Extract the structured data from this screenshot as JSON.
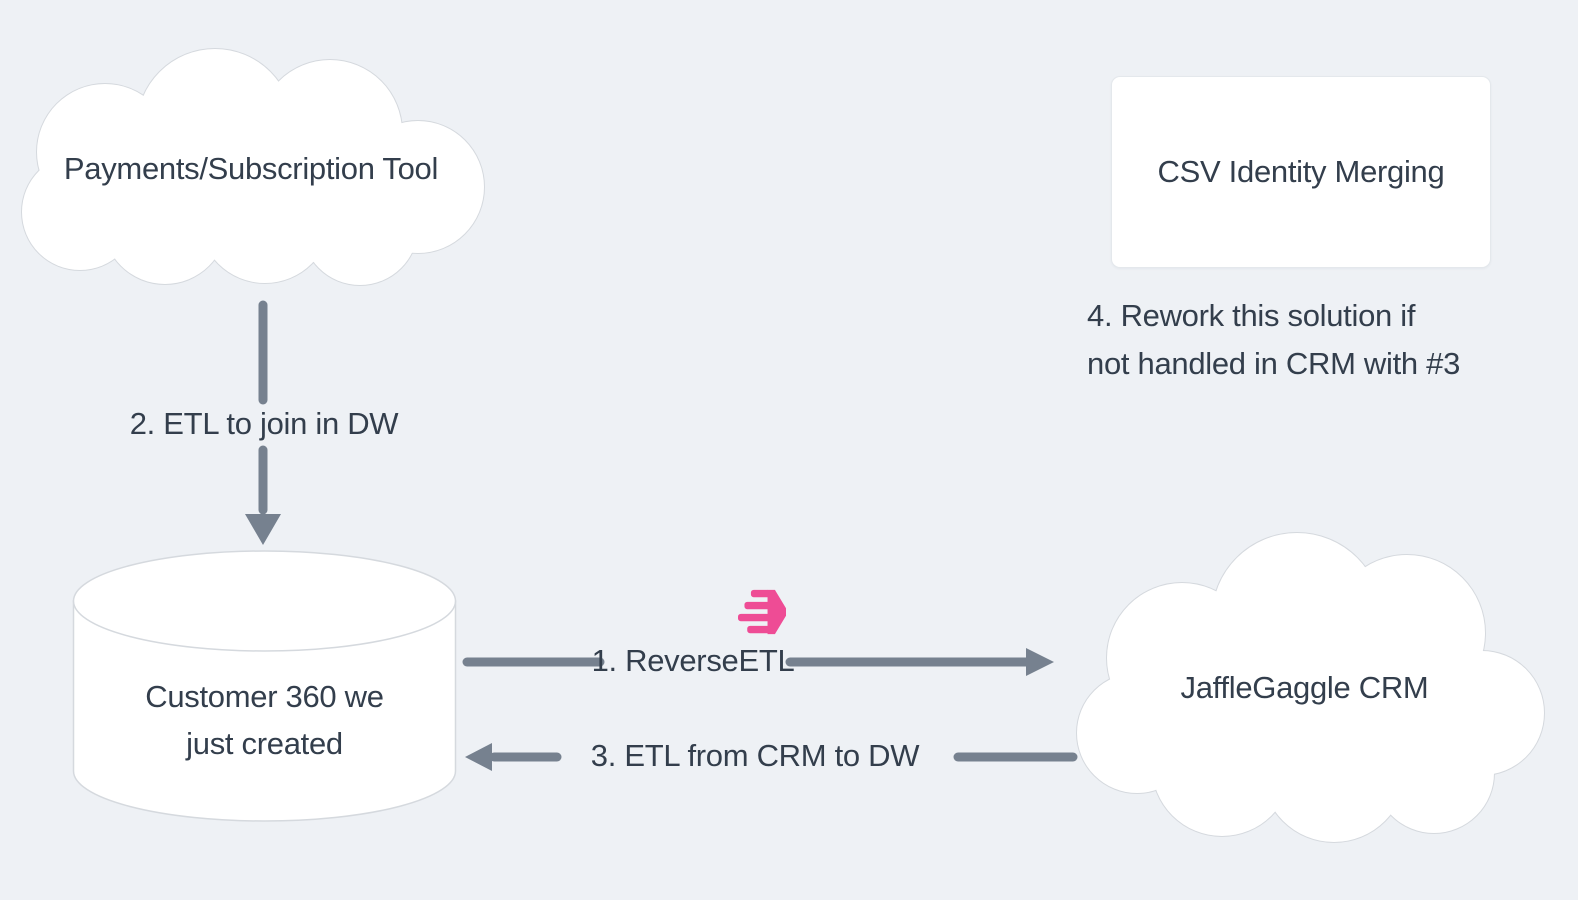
{
  "colors": {
    "bg": "#eef1f5",
    "text": "#333e4c",
    "arrow": "#76818f",
    "pink": "#ee4c95",
    "node_fill": "#ffffff",
    "node_border": "#d5d9de",
    "rect_border": "#e4e8ec"
  },
  "nodes": {
    "payments_cloud": {
      "label": "Payments/Subscription Tool"
    },
    "csv_box": {
      "label": "CSV Identity Merging"
    },
    "warehouse_db": {
      "label_line1": "Customer 360 we",
      "label_line2": "just created"
    },
    "crm_cloud": {
      "label": "JaffleGaggle CRM"
    }
  },
  "edges": {
    "etl_join_dw": {
      "label": "2. ETL to join in DW"
    },
    "reverse_etl": {
      "label": "1. ReverseETL"
    },
    "etl_from_crm": {
      "label": "3. ETL from CRM to DW"
    }
  },
  "annotations": {
    "rework_note": {
      "line1": "4. Rework this solution if",
      "line2": "not handled in CRM with #3"
    }
  },
  "icons": {
    "hightouch": "hightouch-logo-icon"
  }
}
